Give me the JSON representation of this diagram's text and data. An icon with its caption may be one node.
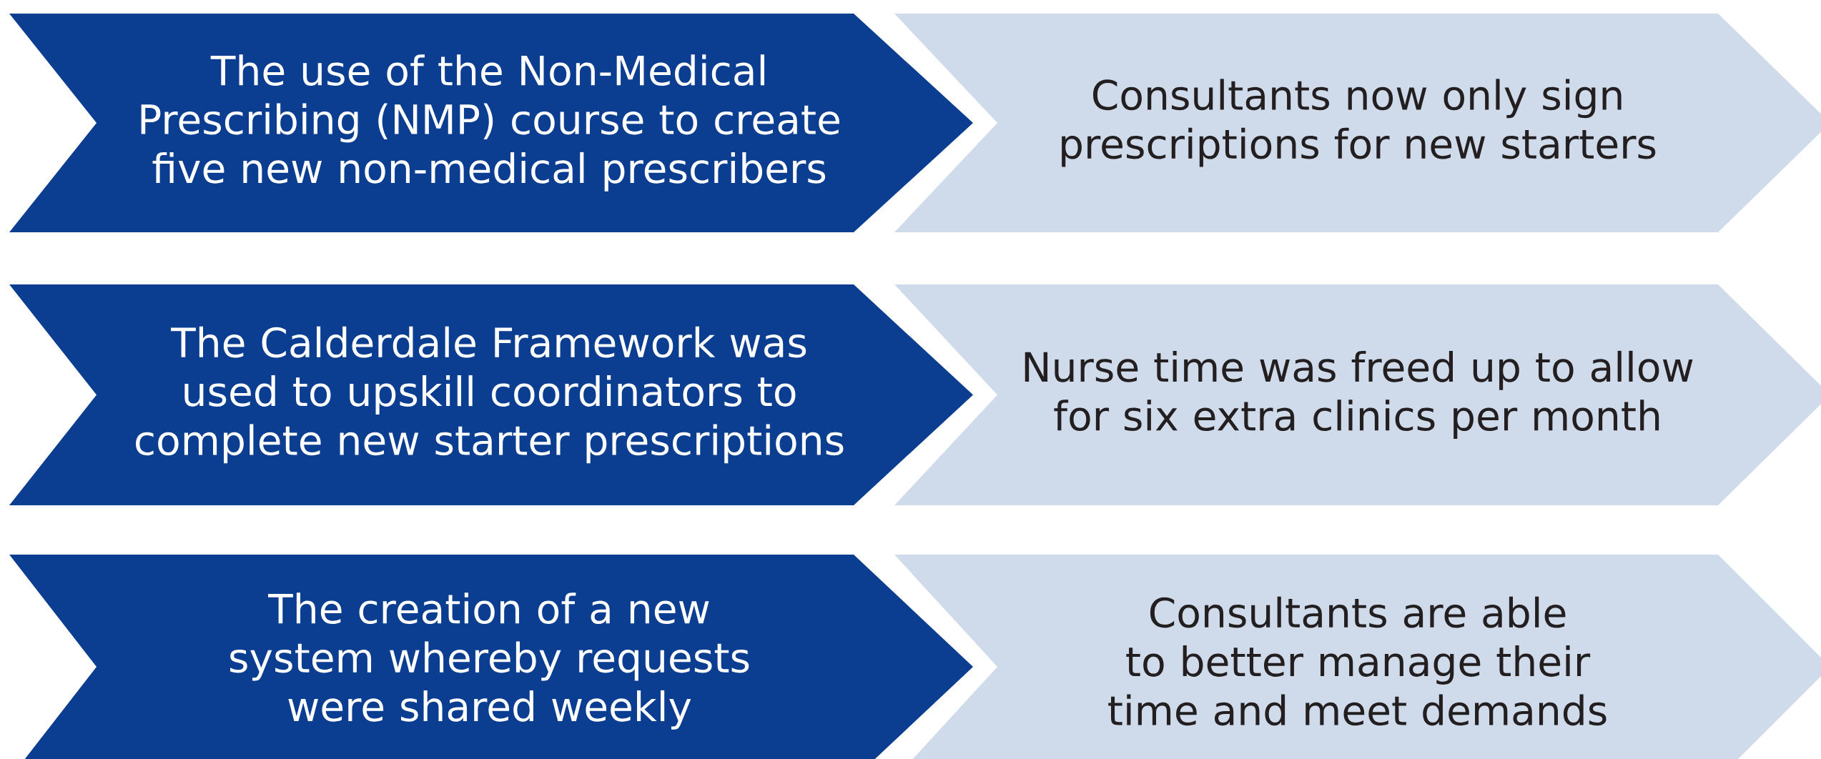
{
  "diagram": {
    "nodes": [
      {
        "text": [
          "The use of the Non-Medical Prescribing (NMP) course to create five new non-medical prescribers"
        ]
      },
      {
        "text": [
          "Consultants now only sign prescriptions for new starters"
        ]
      },
      {
        "text": [
          "The Calderdale Framework was used to upskill coordinators to complete new starter prescriptions"
        ]
      },
      {
        "text": [
          "Nurse time was freed up to allow for six extra clinics per month"
        ]
      },
      {
        "text": [
          "The creation of a new system whereby requests were shared weekly"
        ]
      },
      {
        "text": [
          "Consultants are able to better manage their time and meet demands"
        ]
      }
    ]
  }
}
